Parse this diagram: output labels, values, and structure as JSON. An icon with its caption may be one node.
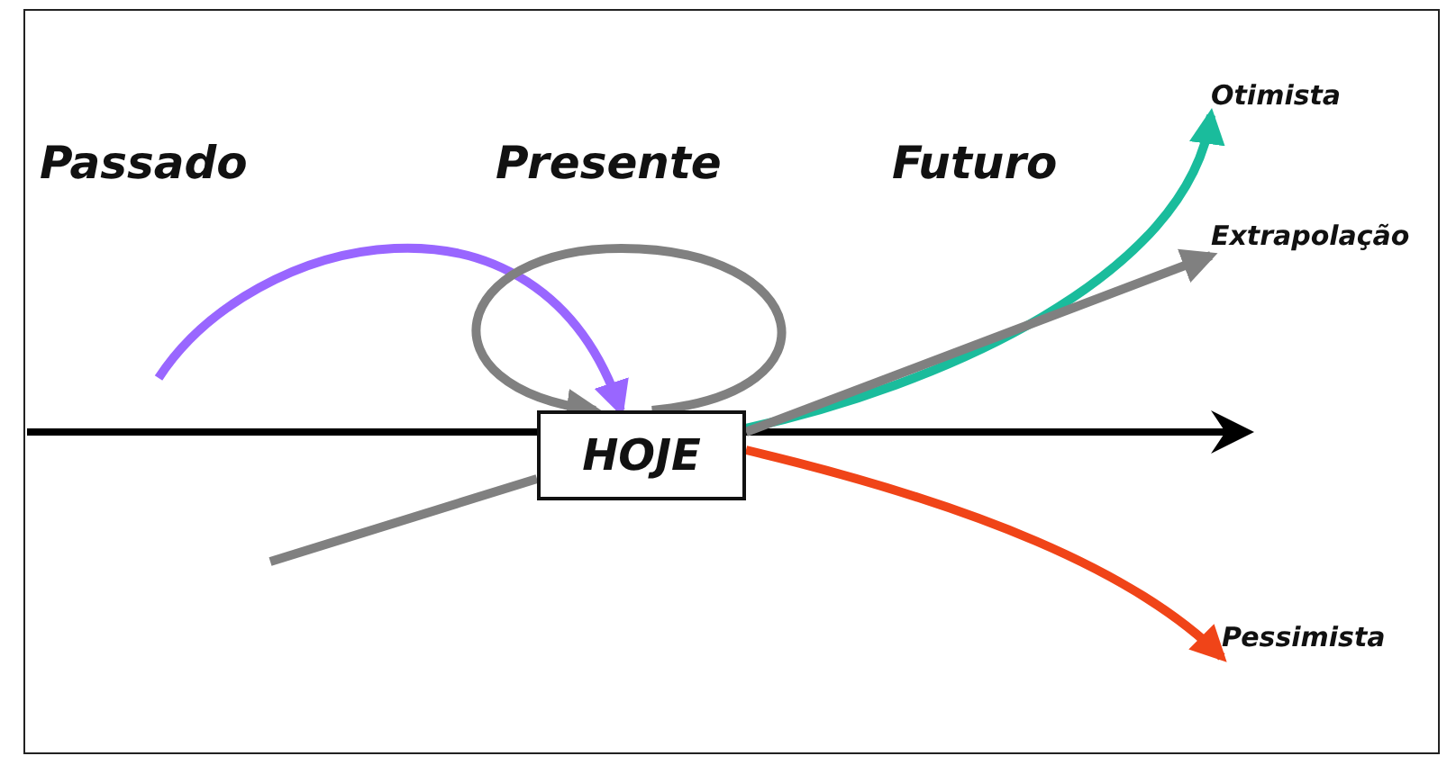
{
  "diagram": {
    "nodes": [
      {
        "text": [
          "HOJE"
        ]
      },
      {
        "text": [
          "Otimista"
        ]
      },
      {
        "text": [
          "Extrapolação"
        ]
      },
      {
        "text": [
          "Pessimista"
        ]
      }
    ],
    "edges": [
      {
        "from": 0,
        "to": 1,
        "arrow": "to",
        "color": "#1abc9c"
      },
      {
        "from": 0,
        "to": 2,
        "arrow": "to",
        "color": "#808080"
      },
      {
        "from": 0,
        "to": 3,
        "arrow": "to",
        "color": "#f04418"
      },
      {
        "from": null,
        "to": 0,
        "arrow": "to",
        "color": "#9966ff"
      },
      {
        "from": null,
        "to": 0,
        "arrow": "none",
        "color": "#808080"
      },
      {
        "from": 0,
        "to": 0,
        "arrow": "to",
        "color": "#808080"
      }
    ],
    "labels": [
      "Passado",
      "Presente",
      "Futuro"
    ]
  }
}
